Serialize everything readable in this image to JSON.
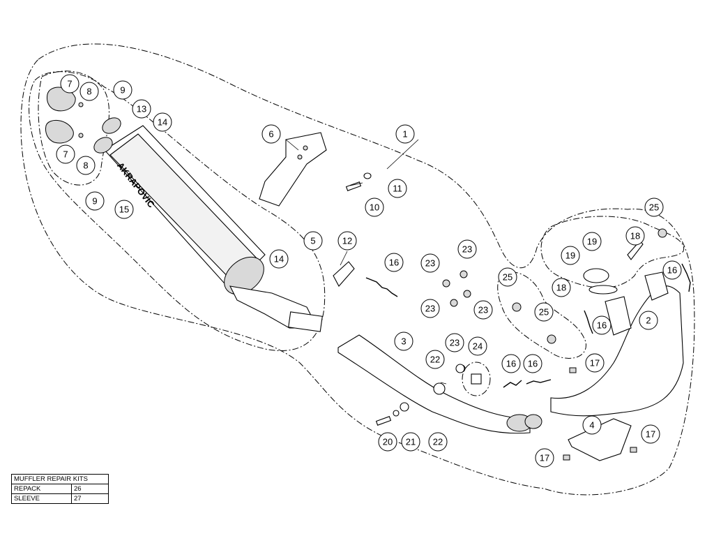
{
  "muffler_repair_kits": {
    "title": "MUFFLER REPAIR KITS",
    "rows": [
      {
        "name": "REPACK",
        "number": "26"
      },
      {
        "name": "SLEEVE",
        "number": "27"
      }
    ]
  },
  "muffler_label": "AKRAPOVIC",
  "callouts": {
    "c1": "1",
    "c2": "2",
    "c3": "3",
    "c4": "4",
    "c5": "5",
    "c6": "6",
    "c7a": "7",
    "c7b": "7",
    "c8a": "8",
    "c8b": "8",
    "c9a": "9",
    "c9b": "9",
    "c10": "10",
    "c11": "11",
    "c12": "12",
    "c13": "13",
    "c14a": "14",
    "c14b": "14",
    "c15": "15",
    "c16a": "16",
    "c16b": "16",
    "c16c": "16",
    "c16d": "16",
    "c16e": "16",
    "c17a": "17",
    "c17b": "17",
    "c17c": "17",
    "c18a": "18",
    "c18b": "18",
    "c19a": "19",
    "c19b": "19",
    "c20": "20",
    "c21": "21",
    "c22a": "22",
    "c22b": "22",
    "c23a": "23",
    "c23b": "23",
    "c23c": "23",
    "c23d": "23",
    "c23e": "23",
    "c24": "24",
    "c25a": "25",
    "c25b": "25",
    "c25c": "25"
  }
}
